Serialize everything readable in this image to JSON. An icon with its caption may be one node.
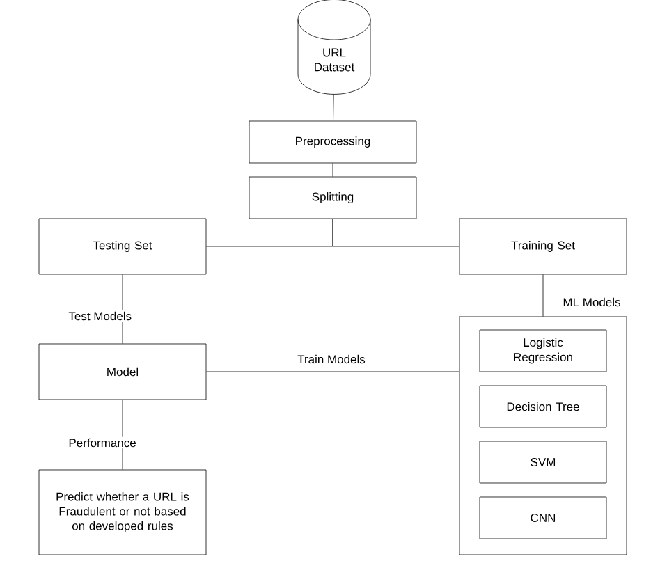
{
  "diagram": {
    "nodes": [
      {
        "text": [
          "URL Dataset"
        ]
      },
      {
        "text": [
          "Preprocessing"
        ]
      },
      {
        "text": [
          "Splitting"
        ]
      },
      {
        "text": [
          "Testing Set"
        ]
      },
      {
        "text": [
          "Training Set"
        ]
      },
      {
        "text": [
          "Model"
        ]
      },
      {
        "text": [
          "Predict whether a URL is Fraudulent or not based on developed rules"
        ]
      },
      {
        "text": [],
        "shape": "box"
      },
      {
        "text": [
          "Logistic Regression"
        ],
        "in": 7
      },
      {
        "text": [
          "Decision Tree"
        ],
        "in": 7
      },
      {
        "text": [
          "SVM"
        ],
        "in": 7
      },
      {
        "text": [
          "CNN"
        ],
        "in": 7
      }
    ],
    "edges": [
      {
        "from": 0,
        "to": 1,
        "arrow": "none"
      },
      {
        "from": 1,
        "to": 2,
        "arrow": "none"
      },
      {
        "from": 2,
        "to": 3,
        "arrow": "none"
      },
      {
        "from": 2,
        "to": 4,
        "arrow": "none"
      },
      {
        "from": 3,
        "to": 5,
        "label": "Test Models",
        "arrow": "none"
      },
      {
        "from": 4,
        "to": 7,
        "label": "ML Models",
        "arrow": "none"
      },
      {
        "from": 5,
        "to": 7,
        "label": "Train Models",
        "arrow": "none"
      },
      {
        "from": 5,
        "to": 6,
        "label": "Performance",
        "arrow": "none"
      }
    ]
  }
}
